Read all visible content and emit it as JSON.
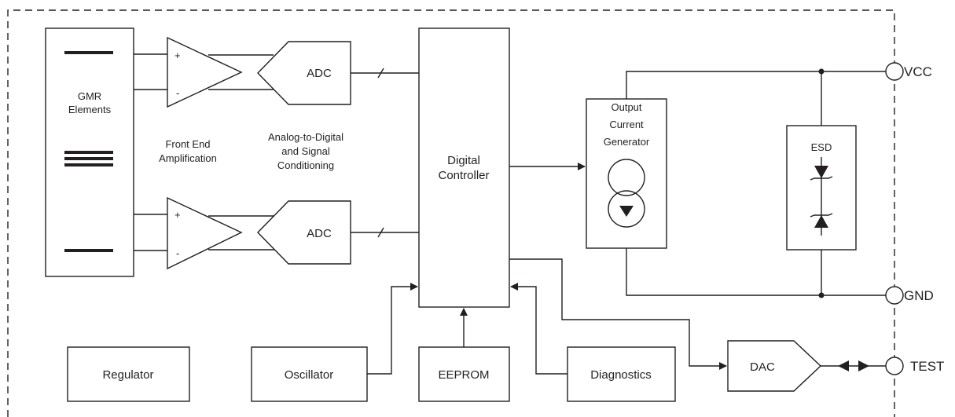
{
  "blocks": {
    "gmr_elements": [
      "GMR",
      "Elements"
    ],
    "adc_top": "ADC",
    "adc_bottom": "ADC",
    "digital_controller": [
      "Digital",
      "Controller"
    ],
    "output_current_generator": [
      "Output",
      "Current",
      "Generator"
    ],
    "esd": "ESD",
    "regulator": "Regulator",
    "oscillator": "Oscillator",
    "eeprom": "EEPROM",
    "diagnostics": "Diagnostics",
    "dac": "DAC"
  },
  "stage_labels": {
    "front_end": [
      "Front End",
      "Amplification"
    ],
    "adc_stage": [
      "Analog-to-Digital",
      "and Signal",
      "Conditioning"
    ]
  },
  "amp_signs": {
    "plus": "+",
    "minus": "-"
  },
  "pins": {
    "vcc": "VCC",
    "gnd": "GND",
    "test": "TEST"
  }
}
